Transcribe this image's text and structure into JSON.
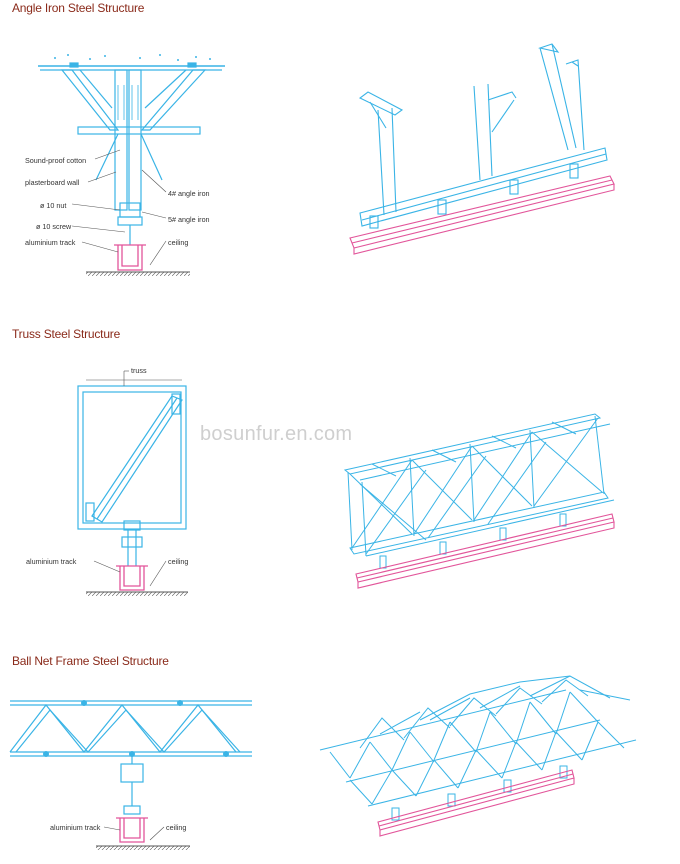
{
  "sections": [
    {
      "title": "Angle Iron Steel Structure",
      "labels": {
        "sound_proof": "Sound-proof cotton",
        "plasterboard": "plasterboard wall",
        "nut": "ø 10 nut",
        "screw": "ø 10 screw",
        "track": "aluminium track",
        "angle4": "4# angle iron",
        "angle5": "5# angle iron",
        "ceiling": "ceiling"
      }
    },
    {
      "title": "Truss Steel Structure",
      "labels": {
        "truss": "truss",
        "track": "aluminium track",
        "ceiling": "ceiling"
      }
    },
    {
      "title": "Ball Net Frame Steel Structure",
      "labels": {
        "track": "aluminium track",
        "ceiling": "ceiling"
      }
    }
  ],
  "watermark": "bosunfur.en.com",
  "colors": {
    "steel": "#3ab4e6",
    "track": "#e2559a",
    "title": "#8a2a1a",
    "ink": "#333333"
  }
}
